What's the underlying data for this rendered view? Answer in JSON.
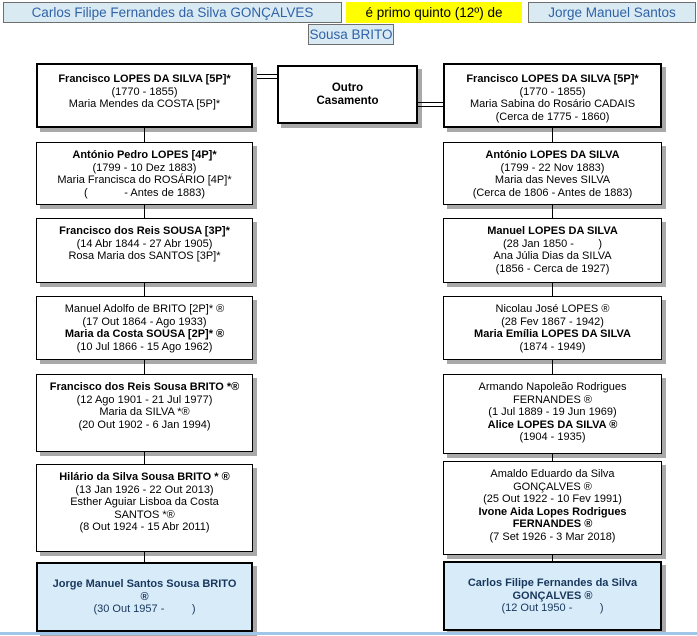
{
  "header": {
    "person_a": "Carlos Filipe Fernandes da Silva GONÇALVES",
    "relation": "é primo quinto (12º) de",
    "person_b_line1": "Jorge Manuel Santos",
    "person_b_line2": "Sousa BRITO"
  },
  "center_box": {
    "line1": "Outro",
    "line2": "Casamento"
  },
  "columns": {
    "left": [
      {
        "lines": [
          {
            "text": "Francisco LOPES DA SILVA [5P]*",
            "bold": true
          },
          {
            "text": "(1770 - 1855)"
          },
          {
            "text": "Maria Mendes da COSTA [5P]*"
          }
        ]
      },
      {
        "lines": [
          {
            "text": "António Pedro LOPES [4P]*",
            "bold": true
          },
          {
            "text": "(1799 - 10 Dez 1883)"
          },
          {
            "text": "Maria Francisca do ROSÁRIO [4P]*"
          },
          {
            "text": "(            - Antes de 1883)"
          }
        ]
      },
      {
        "lines": [
          {
            "text": "Francisco dos Reis SOUSA [3P]*",
            "bold": true
          },
          {
            "text": "(14 Abr 1844 - 27 Abr 1905)"
          },
          {
            "text": "Rosa Maria dos SANTOS [3P]*"
          }
        ]
      },
      {
        "lines": [
          {
            "text": "Manuel Adolfo de BRITO [2P]* ®"
          },
          {
            "text": "(17 Out 1864 - Ago 1933)"
          },
          {
            "text": "Maria da Costa SOUSA [2P]* ®",
            "bold": true
          },
          {
            "text": "(10 Jul 1866 - 15 Ago 1962)"
          }
        ]
      },
      {
        "lines": [
          {
            "text": "Francisco dos Reis Sousa BRITO *®",
            "bold": true
          },
          {
            "text": "(12 Ago 1901 - 21 Jul 1977)"
          },
          {
            "text": "Maria da SILVA *®"
          },
          {
            "text": "(20 Out 1902 - 6 Jan 1994)"
          }
        ]
      },
      {
        "lines": [
          {
            "text": "Hilário da Silva Sousa BRITO * ®",
            "bold": true
          },
          {
            "text": "(13 Jan 1926 - 22 Out 2013)"
          },
          {
            "text": "Esther Aguiar Lisboa da Costa SANTOS *®"
          },
          {
            "text": "(8 Out 1924 - 15 Abr 2011)"
          }
        ]
      },
      {
        "highlight": true,
        "lines": [
          {
            "text": "Jorge Manuel Santos Sousa BRITO ®",
            "bold": true
          },
          {
            "text": "(30 Out 1957 -         )"
          }
        ]
      }
    ],
    "right": [
      {
        "lines": [
          {
            "text": "Francisco LOPES DA SILVA [5P]*",
            "bold": true
          },
          {
            "text": "(1770 - 1855)"
          },
          {
            "text": "Maria Sabina do Rosário CADAIS"
          },
          {
            "text": "(Cerca de 1775 - 1860)"
          }
        ]
      },
      {
        "lines": [
          {
            "text": "António LOPES DA SILVA",
            "bold": true
          },
          {
            "text": "(1799 - 22 Nov 1883)"
          },
          {
            "text": "Maria das Neves SILVA"
          },
          {
            "text": "(Cerca de 1806 - Antes de 1883)"
          }
        ]
      },
      {
        "lines": [
          {
            "text": "Manuel LOPES DA SILVA",
            "bold": true
          },
          {
            "text": "(28 Jan 1850 -        )"
          },
          {
            "text": "Ana Júlia Dias da SILVA"
          },
          {
            "text": "(1856 - Cerca de 1927)"
          }
        ]
      },
      {
        "lines": [
          {
            "text": "Nicolau José LOPES ®"
          },
          {
            "text": "(28 Fev 1867 - 1942)"
          },
          {
            "text": "Maria Emília LOPES DA SILVA",
            "bold": true
          },
          {
            "text": "(1874 - 1949)"
          }
        ]
      },
      {
        "lines": [
          {
            "text": "Armando Napoleão Rodrigues FERNANDES ®"
          },
          {
            "text": "(1 Jul 1889 - 19 Jun 1969)"
          },
          {
            "text": "Alice LOPES DA SILVA ®",
            "bold": true
          },
          {
            "text": "(1904 - 1935)"
          }
        ]
      },
      {
        "lines": [
          {
            "text": "Amaldo Eduardo da Silva GONÇALVES ®"
          },
          {
            "text": "(25 Out 1922 - 10 Fev 1991)"
          },
          {
            "text": "Ivone Aida Lopes Rodrigues FERNANDES ®",
            "bold": true
          },
          {
            "text": "(7 Set 1926 - 3 Mar 2018)"
          }
        ]
      },
      {
        "highlight": true,
        "lines": [
          {
            "text": "Carlos Filipe Fernandes da Silva GONÇALVES ®",
            "bold": true
          },
          {
            "text": "(12 Out 1950 -         )"
          }
        ]
      }
    ]
  },
  "colors": {
    "header_box_fill": "#daeaf3",
    "header_text": "#2f62a7",
    "highlight_bg": "#ffff00",
    "shadow": "#a9a9a9",
    "result_fill": "#d8ebf8",
    "result_text": "#17375d",
    "bottom_strip": "#9fc5e8"
  }
}
